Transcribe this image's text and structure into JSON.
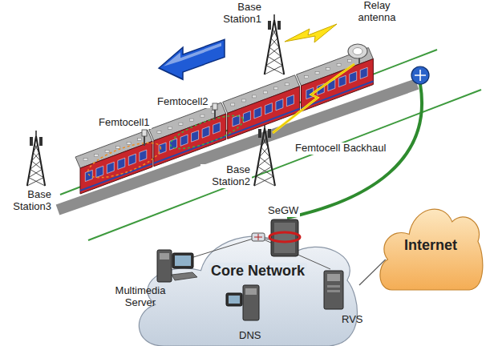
{
  "diagram": {
    "nodes": [
      {
        "text": [
          "Core Network"
        ]
      },
      {
        "text": [
          "Internet"
        ]
      }
    ],
    "edges": [
      {
        "from": 0,
        "to": 1,
        "arrow": "none"
      }
    ],
    "labels": [
      "Base Station1",
      "Relay antenna",
      "Femtocell2",
      "Femtocell1",
      "Base Station2",
      "Base Station3",
      "Femtocell Backhaul",
      "SeGW",
      "Multimedia Server",
      "DNS",
      "RVS"
    ]
  }
}
